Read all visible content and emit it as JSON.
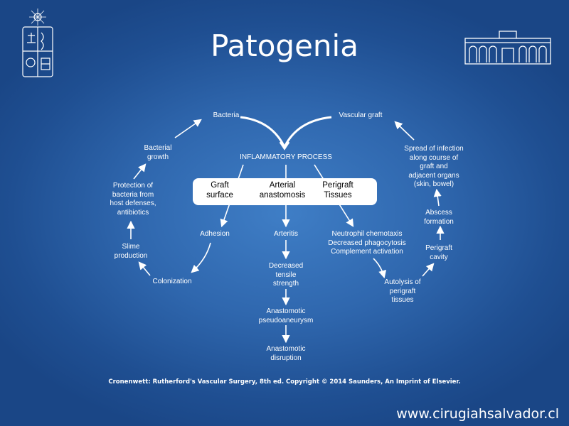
{
  "slide": {
    "title": "Patogenia",
    "website": "www.cirugiahsalvador.cl",
    "caption": "Cronenwett: Rutherford's Vascular Surgery, 8th ed. Copyright © 2014 Saunders, An Imprint of Elsevier.",
    "background_color": "#2f67ae"
  },
  "diagram": {
    "center": {
      "label": "INFLAMMATORY PROCESS",
      "box_labels": [
        "Graft\nsurface",
        "Arterial\nanastomosis",
        "Perigraft\nTissues"
      ]
    },
    "left_cycle": [
      "Bacteria",
      "Bacterial\ngrowth",
      "Protection of\nbacteria from\nhost defenses,\nantibiotics",
      "Slime\nproduction",
      "Colonization",
      "Adhesion"
    ],
    "middle_chain": [
      "Arteritis",
      "Decreased\ntensile\nstrength",
      "Anastomotic\npseudoaneurysm",
      "Anastomotic\ndisruption"
    ],
    "right_cycle": [
      "Vascular graft",
      "Spread of infection\nalong course of\ngraft and\nadjacent organs\n(skin, bowel)",
      "Abscess\nformation",
      "Perigraft\ncavity",
      "Autolysis of\nperigraft\ntissues",
      "Neutrophil chemotaxis\nDecreased phagocytosis\nComplement activation"
    ]
  },
  "icons": {
    "left_logo": "university-emblem-icon",
    "right_logo": "hospital-building-icon"
  }
}
